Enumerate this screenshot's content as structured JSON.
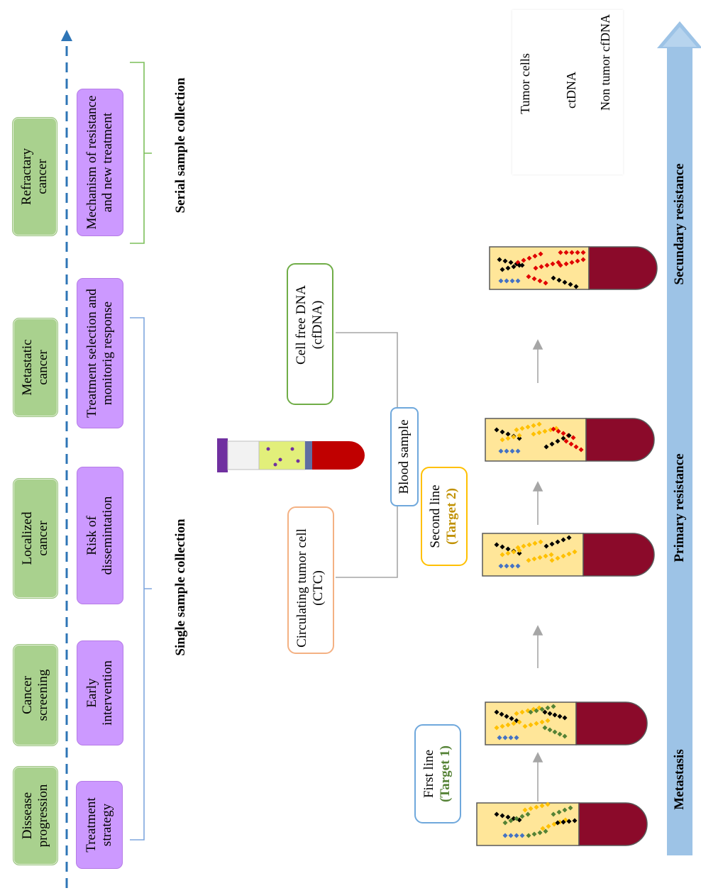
{
  "stages": [
    {
      "top": "Dissease\nprogression",
      "bottom": "Treatment\nstrategy"
    },
    {
      "top": "Cancer\nscreening",
      "bottom": "Early\nintervention"
    },
    {
      "top": "Localized\ncancer",
      "bottom": "Risk of\ndissemintation"
    },
    {
      "top": "Metastatic\ncancer",
      "bottom": "Treatment selection and\nmonitorig response"
    },
    {
      "top": "Refractary\ncancer",
      "bottom": "Mechanism of resistance\nand new treatment"
    }
  ],
  "collection": {
    "single": "Single sample collection",
    "serial": "Serial sample collection"
  },
  "blood": {
    "ctc_line1": "Circulating tumor cell",
    "ctc_line2": "(CTC)",
    "blood_sample": "Blood sample",
    "cfdna_line1": "Cell free DNA",
    "cfdna_line2": "(cfDNA)"
  },
  "lines": {
    "first_line": "First line",
    "first_target": "(Target 1)",
    "second_line": "Second line",
    "second_target": "(Target 2)"
  },
  "legend": {
    "tumor_cells": "Tumor cells",
    "ctdna": "ctDNA",
    "non_tumor": "Non tumor cfDNA"
  },
  "resistance_axis": {
    "metastasis": "Metastasis",
    "primary": "Primary resistance",
    "secondary": "Secundary resistance"
  },
  "colors": {
    "green_box": "#a9d18e",
    "purple_box": "#cc99ff",
    "axis_arrow": "#9dc3e6",
    "dashed_arrow": "#2e75b6",
    "plasma": "#ffe699",
    "blood": "#8b0a2a",
    "target1": "#548235",
    "target2": "#c09000"
  }
}
